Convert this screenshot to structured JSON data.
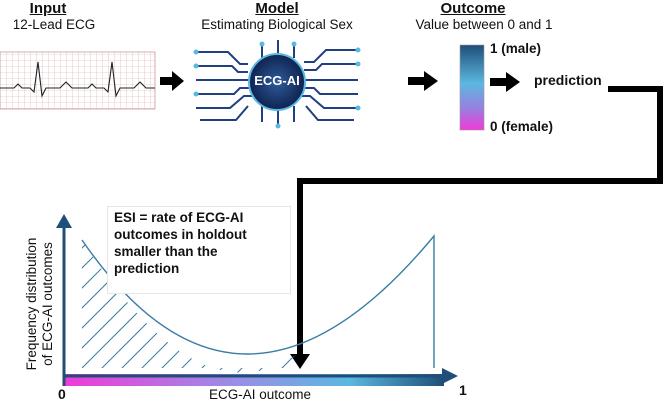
{
  "input": {
    "heading": "Input",
    "subtitle": "12-Lead ECG"
  },
  "model": {
    "heading": "Model",
    "subtitle": "Estimating Biological Sex",
    "chip_label": "ECG-AI"
  },
  "outcome": {
    "heading": "Outcome",
    "subtitle": "Value between 0 and 1",
    "top_label": "1 (male)",
    "bottom_label": "0 (female)",
    "prediction_label": "prediction"
  },
  "esi_box": {
    "lines": [
      "ESI = rate of ECG-AI",
      "outcomes in holdout",
      "smaller than the",
      "prediction"
    ]
  },
  "plot": {
    "y_label_line1": "Frequency distribution",
    "y_label_line2": "of ECG-AI outcomes",
    "x_label": "ECG-AI outcome",
    "x_min_label": "0",
    "x_max_label": "1"
  },
  "colors": {
    "gradient_top": "#1f4e79",
    "gradient_mid": "#5bb8e0",
    "gradient_bottom": "#e83ad8",
    "curve": "#3a7ca5",
    "axis": "#1f4e79",
    "arrow": "#000000"
  }
}
